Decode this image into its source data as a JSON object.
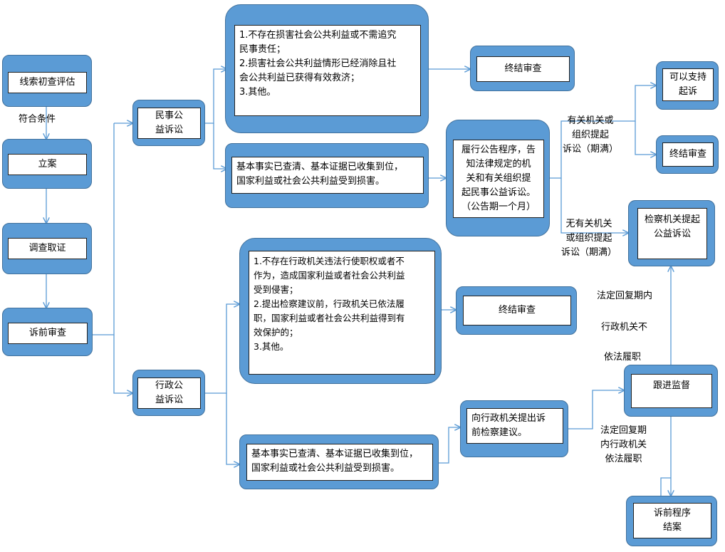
{
  "nodes": {
    "clue_eval": "线索初查评估",
    "file_case": "立案",
    "investigate": "调查取证",
    "pre_review": "诉前审查",
    "civil": [
      "民事公",
      "益诉讼"
    ],
    "admin": [
      "行政公",
      "益诉讼"
    ],
    "civil_conditions": [
      "1.不存在损害社会公共利益或不需追究",
      "民事责任；",
      "2.损害社会公共利益情形已经消除且社",
      "会公共利益已获得有效救济；",
      "3.其他。"
    ],
    "civil_end": "终结审查",
    "civil_facts": [
      "基本事实已查清、基本证据已收集到位，",
      "国家利益或社会公共利益受到损害。"
    ],
    "announce": [
      "履行公告程序，告",
      "知法律规定的机",
      "关和有关组织提",
      "起民事公益诉讼。",
      "（公告期一个月）"
    ],
    "can_support": [
      "可以支持",
      "起诉"
    ],
    "end_review2": "终结审查",
    "procuratorate_sue": [
      "检察机关提起",
      "公益诉讼"
    ],
    "admin_conditions": [
      "1.不存在行政机关违法行使职权或者不",
      "作为，造成国家利益或者社会公共利益",
      "受到侵害；",
      "2.提出检察建议前，行政机关已依法履",
      "职，国家利益或者社会公共利益得到有",
      "效保护的；",
      "3.其他。"
    ],
    "admin_end": "终结审查",
    "admin_facts": [
      "基本事实已查清、基本证据已收集到位，",
      "国家利益或社会公共利益受到损害。"
    ],
    "suggest": [
      "向行政机关提出诉",
      "前检察建议。"
    ],
    "follow_up": "跟进监督",
    "pre_end": [
      "诉前程序",
      "结案"
    ]
  },
  "labels": {
    "qualified": "符合条件",
    "has_org": [
      "有关机关或",
      "组织提起",
      "诉讼（期满）"
    ],
    "no_org": [
      "无有关机关",
      "或组织提起",
      "诉讼（期满）"
    ],
    "not_perform": [
      "法定回复期内",
      "行政机关不",
      "依法履职"
    ],
    "perform": [
      "法定回复期",
      "内行政机关",
      "依法履职"
    ]
  },
  "colors": {
    "box_fill": "#5b9bd5",
    "box_border": "#41719c",
    "connector": "#5b9bd5"
  }
}
